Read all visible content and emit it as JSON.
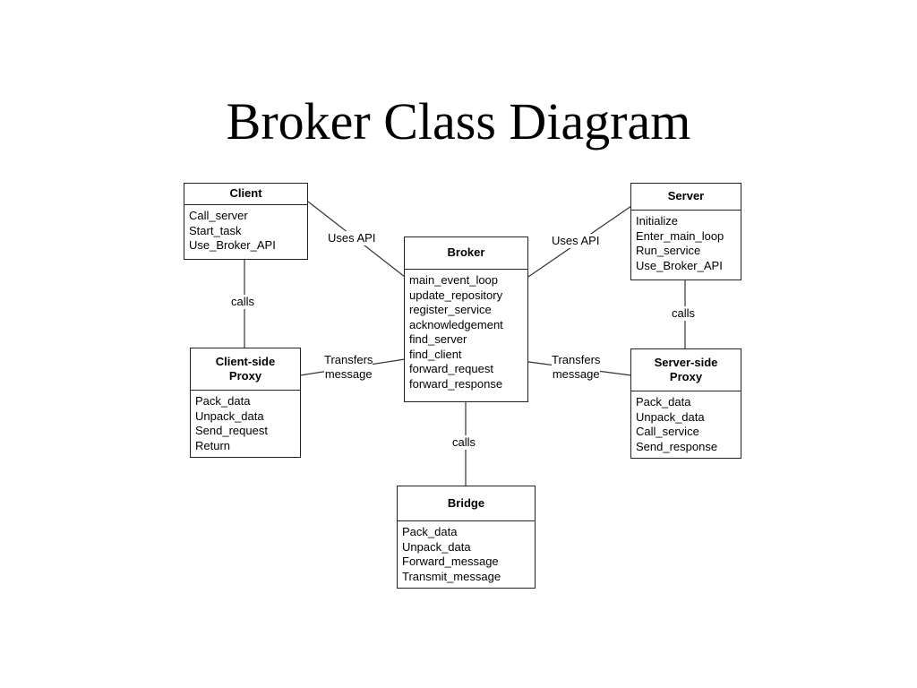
{
  "title": "Broker Class Diagram",
  "classes": {
    "client": {
      "name": [
        "Client"
      ],
      "ops": [
        "Call_server",
        "Start_task",
        "Use_Broker_API"
      ]
    },
    "server": {
      "name": [
        "Server"
      ],
      "ops": [
        "Initialize",
        "Enter_main_loop",
        "Run_service",
        "Use_Broker_API"
      ]
    },
    "broker": {
      "name": [
        "Broker"
      ],
      "ops": [
        "main_event_loop",
        "update_repository",
        "register_service",
        "acknowledgement",
        "find_server",
        "find_client",
        "forward_request",
        "forward_response"
      ]
    },
    "client_proxy": {
      "name": [
        "Client-side",
        "Proxy"
      ],
      "ops": [
        "Pack_data",
        "Unpack_data",
        "Send_request",
        "Return"
      ]
    },
    "server_proxy": {
      "name": [
        "Server-side",
        "Proxy"
      ],
      "ops": [
        "Pack_data",
        "Unpack_data",
        "Call_service",
        "Send_response"
      ]
    },
    "bridge": {
      "name": [
        "Bridge"
      ],
      "ops": [
        "Pack_data",
        "Unpack_data",
        "Forward_message",
        "Transmit_message"
      ]
    }
  },
  "relations": {
    "client_broker": [
      "Uses API"
    ],
    "server_broker": [
      "Uses API"
    ],
    "client_calls": [
      "calls"
    ],
    "server_calls": [
      "calls"
    ],
    "broker_bridge": [
      "calls"
    ],
    "clientproxy_broker": [
      "Transfers",
      "message"
    ],
    "serverproxy_broker": [
      "Transfers",
      "message"
    ]
  }
}
